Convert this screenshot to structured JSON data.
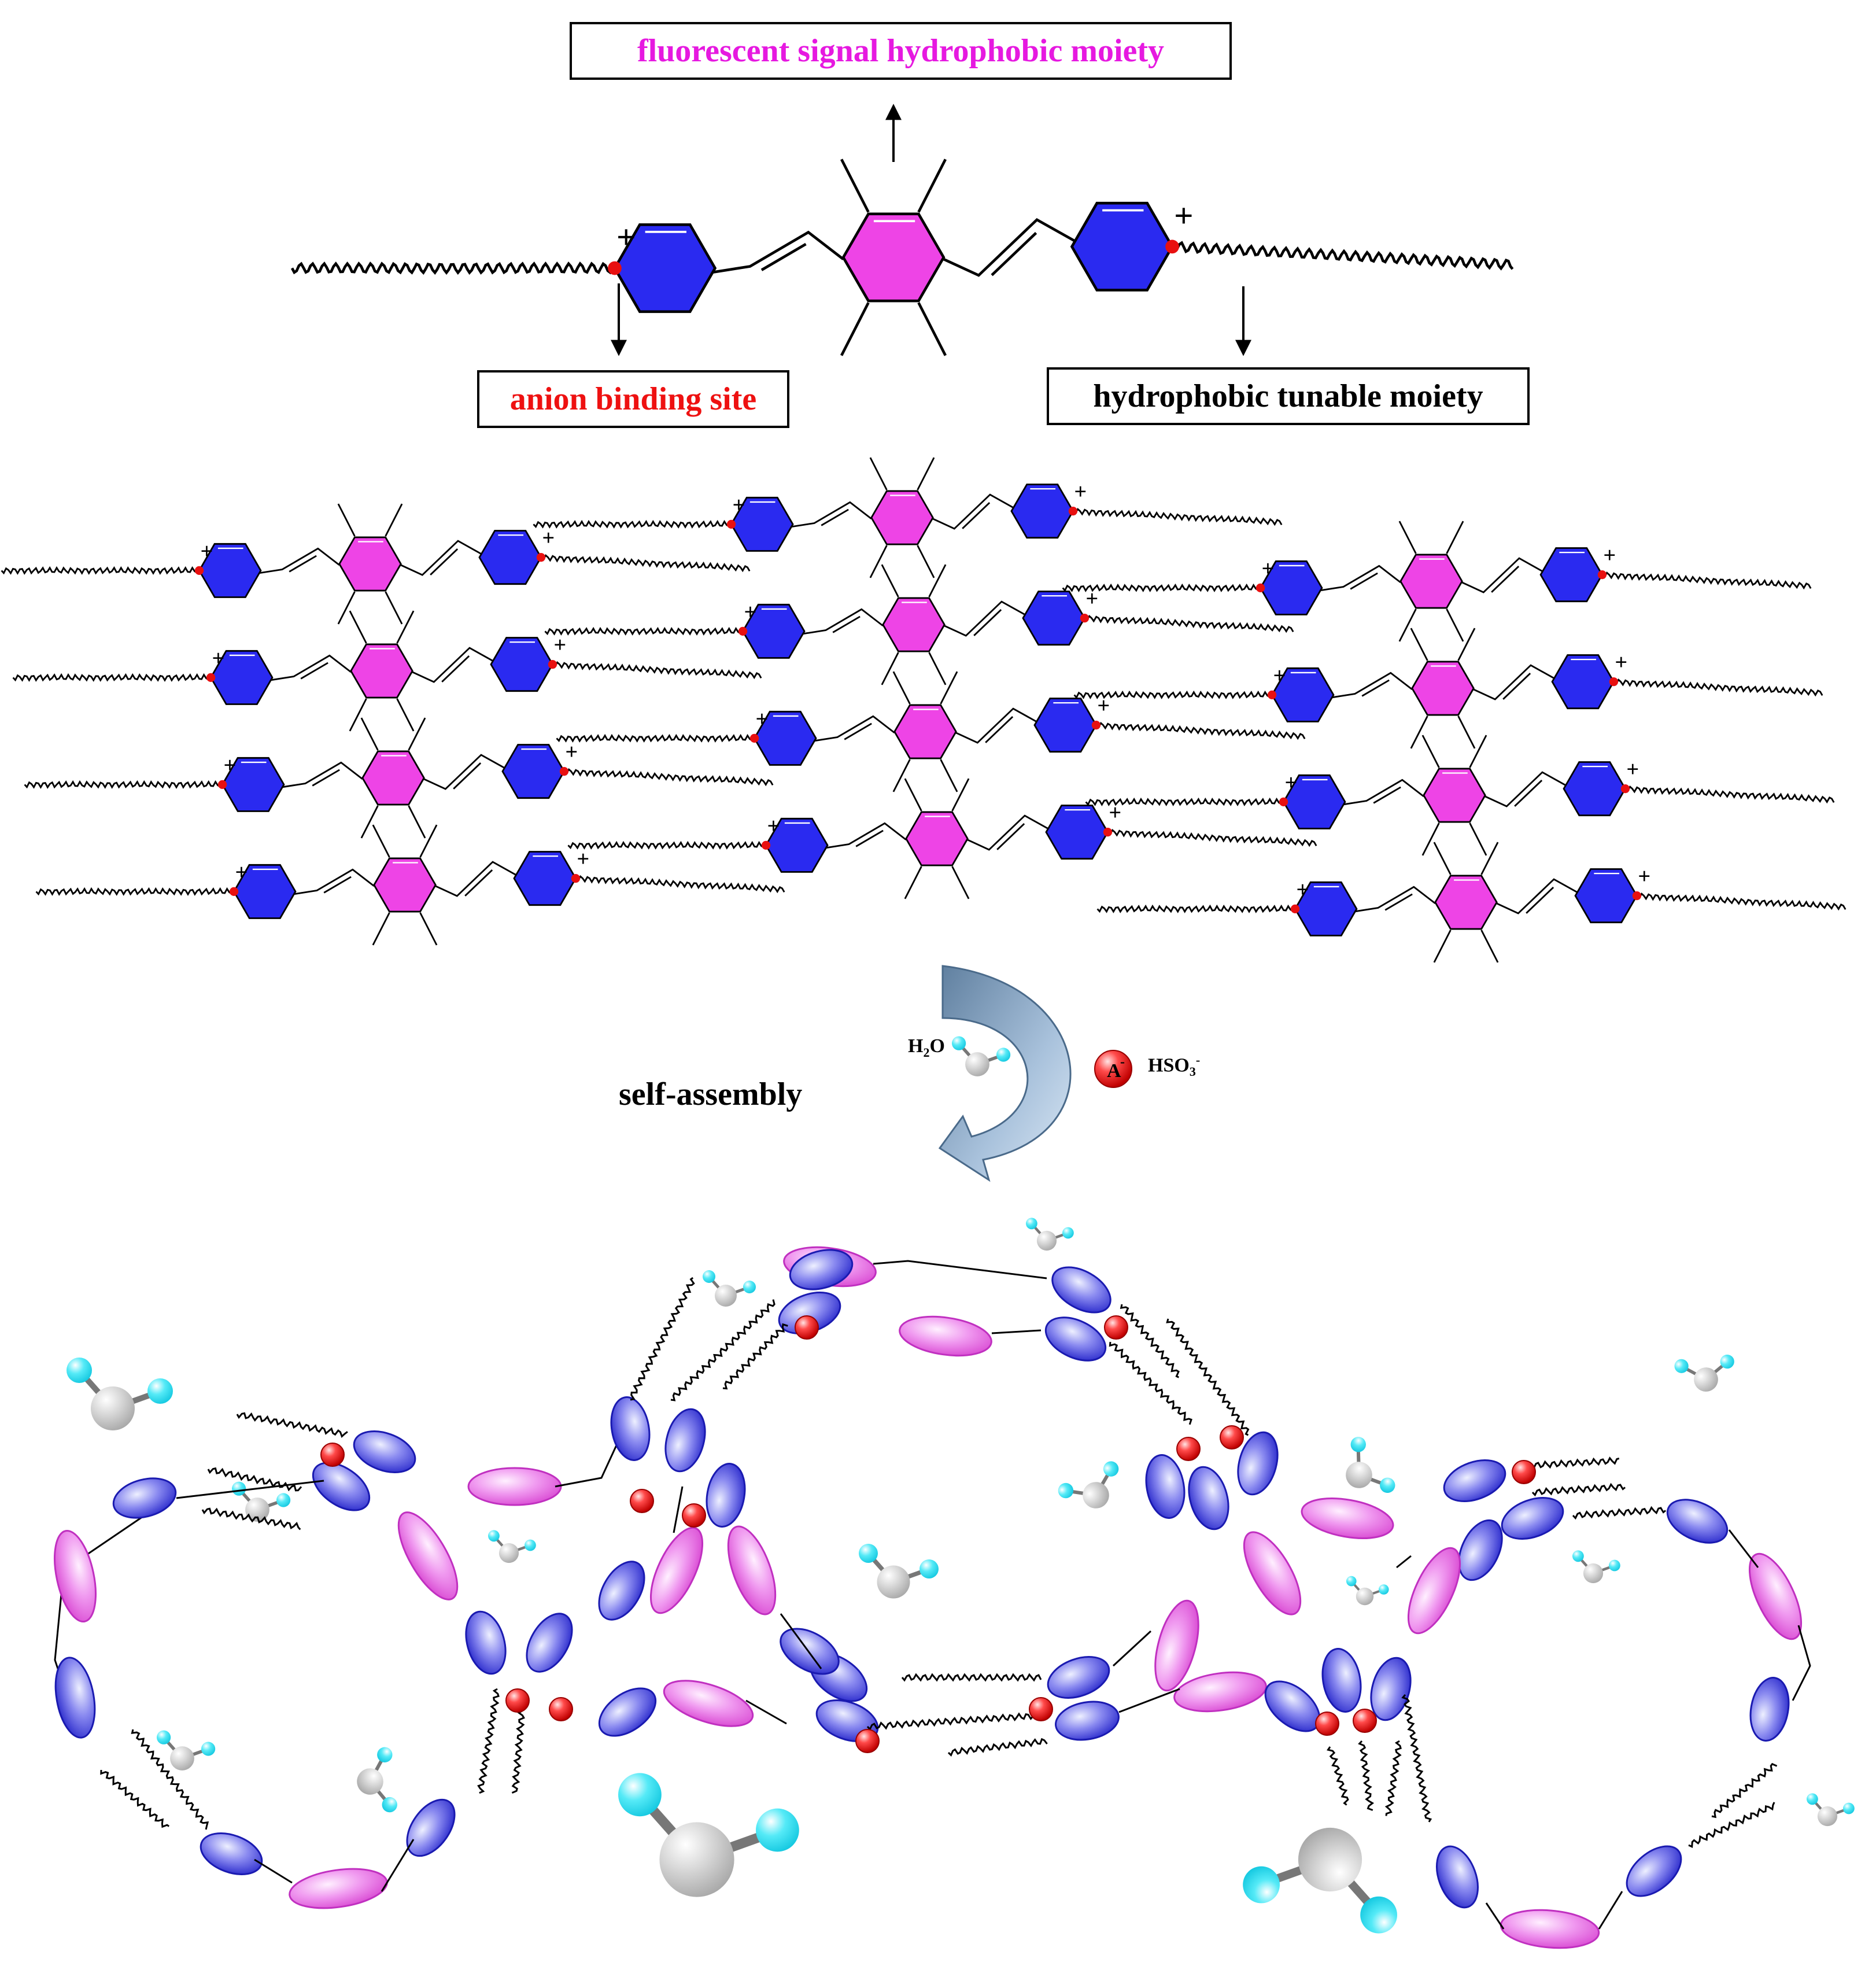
{
  "labels": {
    "fluorescent": "fluorescent signal hydrophobic moiety",
    "anion_site": "anion binding site",
    "hydrophobic_tunable": "hydrophobic tunable moiety",
    "self_assembly": "self-assembly",
    "water_main": "H",
    "water_sub": "2",
    "water_end": "O",
    "anion_symbol": "A",
    "anion_charge": "-",
    "bisulfite_main": "HSO",
    "bisulfite_sub": "3",
    "bisulfite_charge": "-",
    "plus": "+"
  },
  "colors": {
    "pyridinium": "#2a2af0",
    "core_ring": "#ee44e6",
    "capsule_blue": "#3a3ad8",
    "capsule_pink": "#e455d6",
    "anion_red": "#e81010",
    "water_oxygen": "#c8c8c8",
    "water_hydrogen": "#33e0f2",
    "curved_arrow": "#8ea9c8",
    "fluorescent_text": "#e619e0",
    "anion_text": "#ee1111",
    "tunable_text": "#000000"
  },
  "icons": {
    "molecule": "distyrylbenzene-dipyridinium-icon",
    "water": "water-molecule-icon",
    "anion": "anion-sphere-icon",
    "arrow": "curved-arrow-icon"
  }
}
